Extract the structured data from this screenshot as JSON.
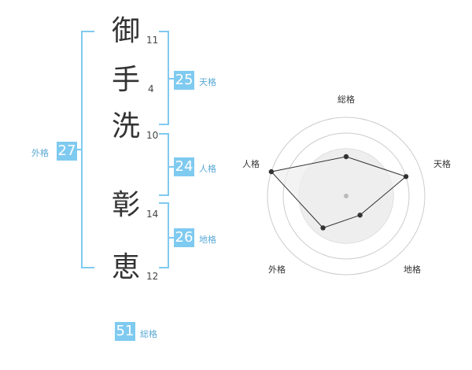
{
  "name_chars": [
    {
      "char": "御",
      "strokes": "11"
    },
    {
      "char": "手",
      "strokes": "4"
    },
    {
      "char": "洗",
      "strokes": "10"
    },
    {
      "char": "彰",
      "strokes": "14"
    },
    {
      "char": "恵",
      "strokes": "12"
    }
  ],
  "scores": {
    "tenkaku": {
      "value": "25",
      "label": "天格"
    },
    "jinkaku": {
      "value": "24",
      "label": "人格"
    },
    "chikaku": {
      "value": "26",
      "label": "地格"
    },
    "gaikaku": {
      "value": "27",
      "label": "外格"
    },
    "soukaku": {
      "value": "51",
      "label": "総格"
    }
  },
  "radar": {
    "axes": [
      "総格",
      "天格",
      "地格",
      "外格",
      "人格"
    ],
    "levels": [
      0.5,
      0.8,
      0.3,
      0.5,
      1.0
    ],
    "colors": {
      "fill": "#eeeeee",
      "stroke": "#333333",
      "ring": "#cccccc",
      "center": "#bbbbbb"
    }
  },
  "colors": {
    "accent": "#7fcaf0",
    "bracket": "#7fcaf0",
    "label": "#5aa9d6"
  }
}
